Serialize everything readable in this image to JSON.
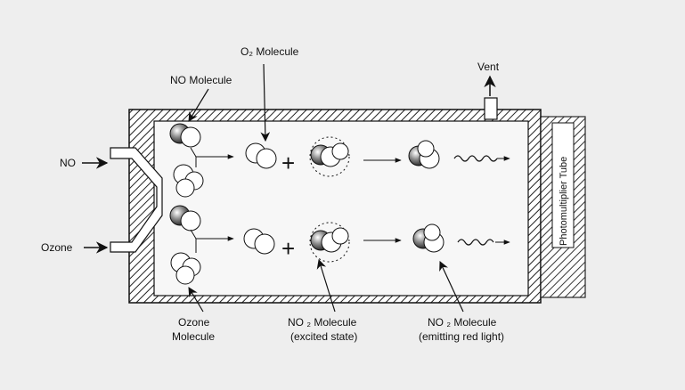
{
  "labels": {
    "o2_molecule": "O₂ Molecule",
    "no_molecule": "NO Molecule",
    "vent": "Vent",
    "no_inlet": "NO",
    "ozone_inlet": "Ozone",
    "ozone_molecule_line1": "Ozone",
    "ozone_molecule_line2": "Molecule",
    "no2_excited_line1": "NO ₂ Molecule",
    "no2_excited_line2": "(excited state)",
    "no2_emitting_line1": "NO ₂ Molecule",
    "no2_emitting_line2": "(emitting red light)",
    "photomultiplier": "Photomultiplier Tube"
  },
  "symbols": {
    "plus": "+"
  },
  "colors": {
    "background": "#eeeeee",
    "chamber": "#f7f7f7",
    "ink": "#111111",
    "molecule_fill": "#ffffff"
  },
  "icons": {
    "hatch": "diagonal-hatch-pattern",
    "wave": "light-wave-icon",
    "arrow": "arrow-icon"
  }
}
